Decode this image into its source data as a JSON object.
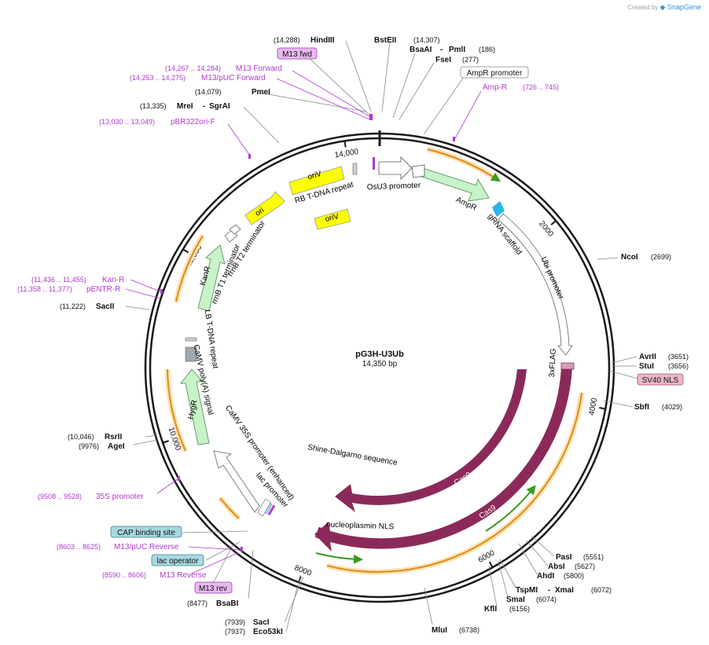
{
  "branding": {
    "created_by": "Created by",
    "product": "SnapGene"
  },
  "plasmid": {
    "name": "pG3H-U3Ub",
    "length_label": "14,350 bp",
    "length": 14350
  },
  "ticks": [
    {
      "pos": 2000,
      "label": "2000"
    },
    {
      "pos": 4000,
      "label": "4000"
    },
    {
      "pos": 6000,
      "label": "6000"
    },
    {
      "pos": 8000,
      "label": "8000"
    },
    {
      "pos": 10000,
      "label": "10,000"
    },
    {
      "pos": 12000,
      "label": "12,000"
    },
    {
      "pos": 14000,
      "label": "14,000"
    }
  ],
  "enzymes": [
    {
      "name": "HindIII",
      "pos_text": "(14,288)"
    },
    {
      "name": "BstEII",
      "pos_text": "(14,307)"
    },
    {
      "name": "BsaAI",
      "name2": "PmlI",
      "pos_text": "(186)"
    },
    {
      "name": "FseI",
      "pos_text": "(277)"
    },
    {
      "name": "PmeI",
      "pos_text": "(14,079)"
    },
    {
      "name": "MreI",
      "name2": "SgrAI",
      "pos_text": "(13,335)"
    },
    {
      "name": "NcoI",
      "pos_text": "(2699)"
    },
    {
      "name": "AvrII",
      "pos_text": "(3651)"
    },
    {
      "name": "StuI",
      "pos_text": "(3656)"
    },
    {
      "name": "SbfI",
      "pos_text": "(4029)"
    },
    {
      "name": "PasI",
      "pos_text": "(5551)"
    },
    {
      "name": "AbsI",
      "pos_text": "(5627)"
    },
    {
      "name": "AhdI",
      "pos_text": "(5800)"
    },
    {
      "name": "TspMI",
      "name2": "XmaI",
      "pos_text": "(6072)"
    },
    {
      "name": "SmaI",
      "pos_text": "(6074)"
    },
    {
      "name": "KflI",
      "pos_text": "(6156)"
    },
    {
      "name": "MluI",
      "pos_text": "(6738)"
    },
    {
      "name": "SacI",
      "pos_text": "(7939)"
    },
    {
      "name": "Eco53kI",
      "pos_text": "(7937)"
    },
    {
      "name": "BsaBI",
      "pos_text": "(8477)"
    },
    {
      "name": "RsrII",
      "pos_text": "(10,046)"
    },
    {
      "name": "AgeI",
      "pos_text": "(9976)"
    },
    {
      "name": "SacII",
      "pos_text": "(11,222)"
    }
  ],
  "primers": [
    {
      "name": "M13 Forward",
      "pos_text": "(14,267 .. 14,284)"
    },
    {
      "name": "M13/pUC Forward",
      "pos_text": "(14,253 .. 14,275)"
    },
    {
      "name": "pBR322ori-F",
      "pos_text": "(13,030 .. 13,049)"
    },
    {
      "name": "Amp-R",
      "pos_text": "(726 .. 745)"
    },
    {
      "name": "Kan-R",
      "pos_text": "(11,436 .. 11,455)"
    },
    {
      "name": "pENTR-R",
      "pos_text": "(11,358 .. 11,377)"
    },
    {
      "name": "35S promoter",
      "pos_text": "(9508 .. 9528)"
    },
    {
      "name": "M13/pUC Reverse",
      "pos_text": "(8603 .. 8625)"
    },
    {
      "name": "M13 Reverse",
      "pos_text": "(8590 .. 8606)"
    }
  ],
  "boxed_features": [
    {
      "name": "M13 fwd",
      "fill": "#e8b8f0",
      "stroke": "#9a3fb0"
    },
    {
      "name": "AmpR promoter",
      "fill": "#ffffff",
      "stroke": "#888888"
    },
    {
      "name": "SV40 NLS",
      "fill": "#e8b8c8",
      "stroke": "#a05070"
    },
    {
      "name": "CAP binding site",
      "fill": "#a8d8e0",
      "stroke": "#3a8090"
    },
    {
      "name": "lac operator",
      "fill": "#a8d8e0",
      "stroke": "#3a8090"
    },
    {
      "name": "M13 rev",
      "fill": "#e8b8f0",
      "stroke": "#9a3fb0"
    }
  ],
  "features": {
    "ori_top": "oriV",
    "ori_inner": "oriV",
    "ori": "ori",
    "rb_repeat": "RB T-DNA repeat",
    "osu3": "OsU3 promoter",
    "ampr": "AmpR",
    "grna": "gRNA scaffold",
    "ubi": "Ubi promoter",
    "flag": "3xFLAG",
    "cas9_inner": "Cas9",
    "cas9_outer": "Cas9",
    "shine": "Shine-Dalgarno sequence",
    "nls": "nucleoplasmin NLS",
    "rrnb_t2": "rrnB T2 terminator",
    "rrnb_t1": "rrnB T1 terminator",
    "kanr": "KanR",
    "lb_repeat": "LB T-DNA repeat",
    "camv_polya": "CaMV poly(A) signal",
    "hygr": "HygR",
    "camv35s": "CaMV 35S promoter (enhanced)",
    "lac_promoter": "lac promoter"
  },
  "colors": {
    "backbone": "#1a1a1a",
    "cas9": "#8b2a5a",
    "ori_yellow": "#ffff00",
    "marker_green": "#c8f2c8",
    "orf_orange": "#e08a20",
    "orf_glow": "#fde3b0",
    "primer": "#b03ad0",
    "grna": "#29b6e8",
    "flag": "#d4a0b4",
    "grey_box": "#a0a8b0"
  }
}
